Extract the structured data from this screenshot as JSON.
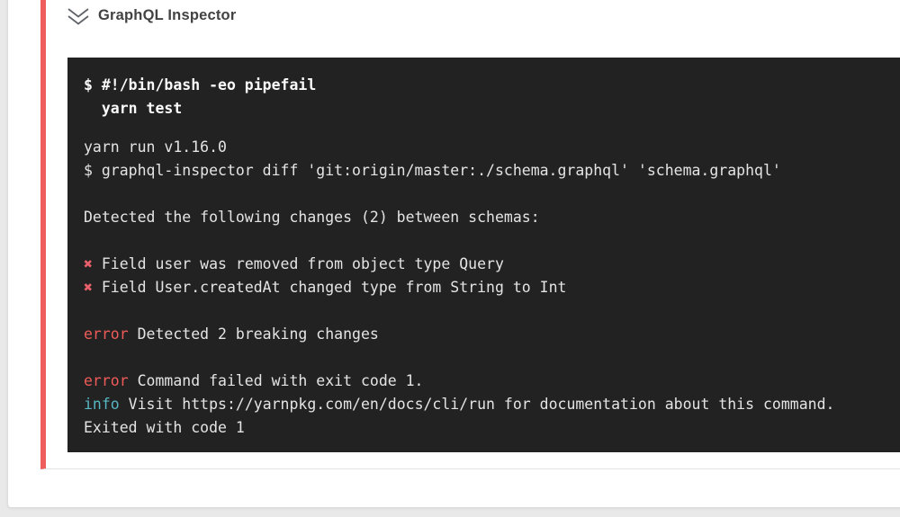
{
  "step": {
    "title": "GraphQL Inspector",
    "status": "failed",
    "collapse_icon": "double-chevron-down-icon"
  },
  "terminal": {
    "command_lines": [
      "$ #!/bin/bash -eo pipefail",
      "  yarn test"
    ],
    "lines": [
      {
        "segments": [
          {
            "text": "yarn run v1.16.0",
            "style": "plain"
          }
        ]
      },
      {
        "segments": [
          {
            "text": "$ graphql-inspector diff 'git:origin/master:./schema.graphql' 'schema.graphql'",
            "style": "plain"
          }
        ]
      },
      {
        "segments": []
      },
      {
        "segments": [
          {
            "text": "Detected the following changes (2) between schemas:",
            "style": "plain"
          }
        ]
      },
      {
        "segments": []
      },
      {
        "segments": [
          {
            "text": "✖",
            "style": "cross"
          },
          {
            "text": " Field user was removed from object type Query",
            "style": "plain"
          }
        ]
      },
      {
        "segments": [
          {
            "text": "✖",
            "style": "cross"
          },
          {
            "text": " Field User.createdAt changed type from String to Int",
            "style": "plain"
          }
        ]
      },
      {
        "segments": []
      },
      {
        "segments": [
          {
            "text": "error",
            "style": "error"
          },
          {
            "text": " Detected 2 breaking changes",
            "style": "plain"
          }
        ]
      },
      {
        "segments": []
      },
      {
        "segments": [
          {
            "text": "error",
            "style": "error"
          },
          {
            "text": " Command failed with exit code 1.",
            "style": "plain"
          }
        ]
      },
      {
        "segments": [
          {
            "text": "info",
            "style": "info"
          },
          {
            "text": " Visit https://yarnpkg.com/en/docs/cli/run for documentation about this command.",
            "style": "plain"
          }
        ]
      },
      {
        "segments": [
          {
            "text": "Exited with code 1",
            "style": "plain"
          }
        ]
      }
    ],
    "exit_code": "1"
  },
  "colors": {
    "failure_accent": "#ee5c5c",
    "terminal_background": "#222222",
    "terminal_text": "#e4e4e4",
    "command_text": "#fafafa",
    "error_text": "#ef5b58",
    "info_text": "#56b6c2",
    "cross_mark": "#e8606b",
    "title_text": "#424242",
    "page_background": "#e9e9e9"
  }
}
